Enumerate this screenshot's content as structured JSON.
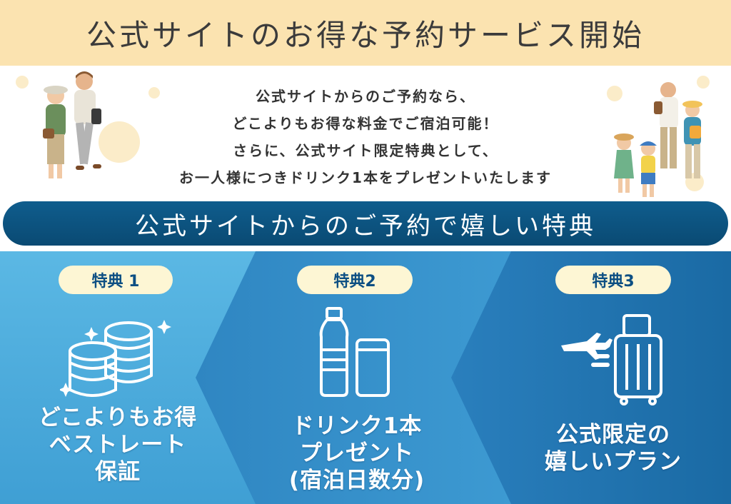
{
  "banner": {
    "title": "公式サイトのお得な予約サービス開始"
  },
  "intro": {
    "lines": [
      "公式サイトからのご予約なら、",
      "どこよりもお得な料金でご宿泊可能！",
      "さらに、公式サイト限定特典として、",
      "お一人様につきドリンク1本をプレゼントいたします"
    ]
  },
  "benefit_bar": {
    "label": "公式サイトからのご予約で嬉しい特典"
  },
  "benefits": [
    {
      "tag": "特典 1",
      "icon": "coins-icon",
      "lines": [
        "どこよりもお得",
        "ベストレート",
        "保証"
      ]
    },
    {
      "tag": "特典2",
      "icon": "drink-icon",
      "lines": [
        "ドリンク1本",
        "プレゼント",
        "(宿泊日数分)"
      ]
    },
    {
      "tag": "特典3",
      "icon": "suitcase-airplane-icon",
      "lines": [
        "公式限定の",
        "嬉しいプラン"
      ]
    }
  ],
  "colors": {
    "banner_bg": "#fbe3b0",
    "bar_bg": "#0f5d8d",
    "panel_light": "#4fb1e0",
    "panel_dark": "#1b6fa8",
    "tag_bg": "#fdf6d4",
    "tag_text": "#0d4f83"
  }
}
